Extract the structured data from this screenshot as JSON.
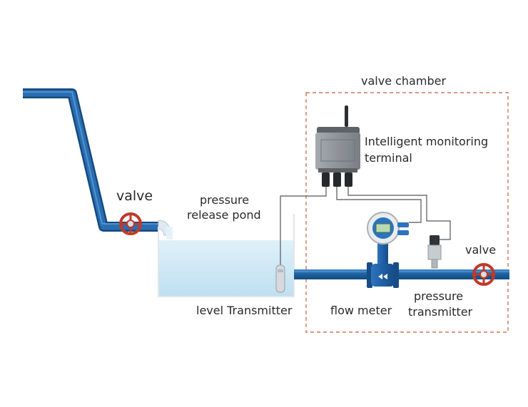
{
  "labels": {
    "valve_left": "valve",
    "valve_right": "valve",
    "valve_chamber": "valve chamber",
    "terminal_line1": "Intelligent monitoring",
    "terminal_line2": "terminal",
    "pond_line1": "pressure",
    "pond_line2": "release pond",
    "level_transmitter": "level Transmitter",
    "flow_meter": "flow meter",
    "pressure_transmitter_line1": "pressure",
    "pressure_transmitter_line2": "transmitter"
  },
  "colors": {
    "pipe": "#1c5f9e",
    "pipe_highlight": "#3f86c8",
    "valve": "#c0392b",
    "water": "#cfe8f5",
    "chamber_border": "#c8785a",
    "terminal_body": "#8e9399",
    "flow_meter_body": "#1f5fa6"
  },
  "icons": [
    "valve-handwheel-icon",
    "monitoring-terminal-icon",
    "flow-meter-icon",
    "pressure-transmitter-icon",
    "level-transmitter-probe-icon"
  ]
}
